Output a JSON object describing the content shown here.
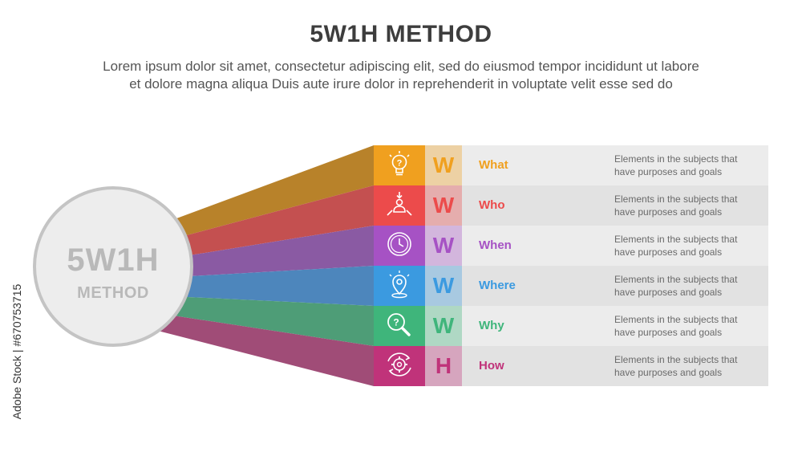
{
  "title": "5W1H METHOD",
  "subtitle_line1": "Lorem ipsum dolor sit amet, consectetur adipiscing elit, sed do eiusmod tempor incididunt ut labore",
  "subtitle_line2": "et dolore magna aliqua Duis aute irure dolor in reprehenderit in voluptate velit esse sed do",
  "circle": {
    "main": "5W1H",
    "sub": "METHOD"
  },
  "rows": [
    {
      "letter": "W",
      "label": "What",
      "desc_line1": "Elements in the subjects that",
      "desc_line2": "have purposes and goals",
      "color": "#f0a01f",
      "ray_color": "#b8822a",
      "icon": "lightbulb-question-icon"
    },
    {
      "letter": "W",
      "label": "Who",
      "desc_line1": "Elements in the subjects that",
      "desc_line2": "have purposes and goals",
      "color": "#ec4b4b",
      "ray_color": "#c45050",
      "icon": "person-arrows-icon"
    },
    {
      "letter": "W",
      "label": "When",
      "desc_line1": "Elements in the subjects that",
      "desc_line2": "have purposes and goals",
      "color": "#a652c4",
      "ray_color": "#8a5aa3",
      "icon": "clock-icon"
    },
    {
      "letter": "W",
      "label": "Where",
      "desc_line1": "Elements in the subjects that",
      "desc_line2": "have purposes and goals",
      "color": "#3b9ae0",
      "ray_color": "#4d86bc",
      "icon": "location-pin-icon"
    },
    {
      "letter": "W",
      "label": "Why",
      "desc_line1": "Elements in the subjects that",
      "desc_line2": "have purposes and goals",
      "color": "#3fb57b",
      "ray_color": "#4e9d77",
      "icon": "magnifier-question-icon"
    },
    {
      "letter": "H",
      "label": "How",
      "desc_line1": "Elements in the subjects that",
      "desc_line2": "have purposes and goals",
      "color": "#c0337a",
      "ray_color": "#a04c77",
      "icon": "gear-cycle-icon"
    }
  ],
  "watermark": "Adobe Stock | #670753715"
}
